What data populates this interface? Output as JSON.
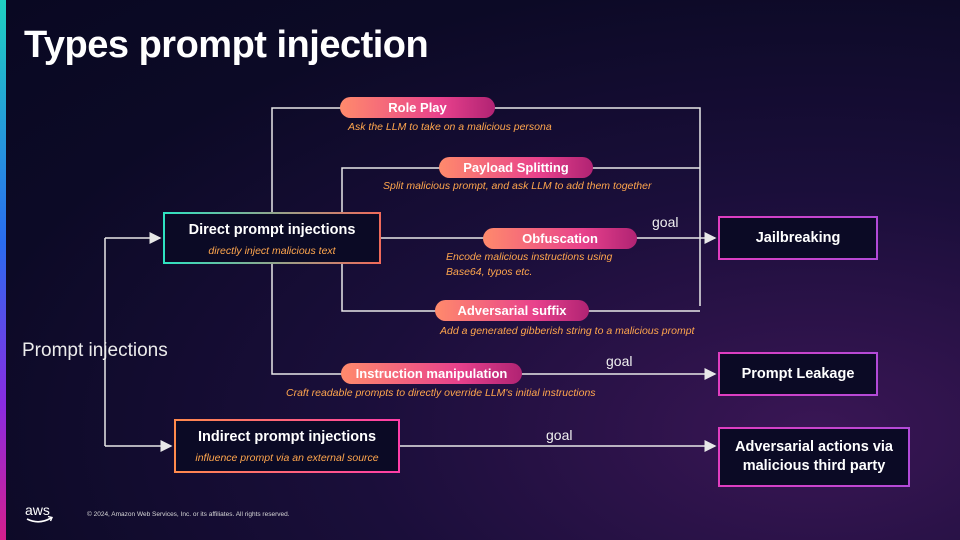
{
  "slide": {
    "title": "Types prompt injection",
    "root_label": "Prompt injections",
    "copyright": "© 2024, Amazon Web Services, Inc. or its affiliates. All rights reserved.",
    "brand": "aws"
  },
  "direct": {
    "label": "Direct prompt injections",
    "desc": "directly inject malicious text"
  },
  "indirect": {
    "label": "Indirect prompt injections",
    "desc": "influence prompt via an external source"
  },
  "techniques": {
    "role_play": {
      "label": "Role Play",
      "desc": "Ask the LLM to take on a malicious persona"
    },
    "payload_splitting": {
      "label": "Payload Splitting",
      "desc": "Split malicious prompt, and ask LLM to add them together"
    },
    "obfuscation": {
      "label": "Obfuscation",
      "desc_line1": "Encode malicious instructions using",
      "desc_line2": "Base64, typos etc."
    },
    "adversarial_suffix": {
      "label": "Adversarial suffix",
      "desc": "Add a generated gibberish string to a malicious prompt"
    },
    "instruction_manipulation": {
      "label": "Instruction manipulation",
      "desc": "Craft readable prompts to directly override LLM's initial instructions"
    }
  },
  "goals": {
    "label": "goal",
    "jailbreaking": "Jailbreaking",
    "prompt_leakage": "Prompt Leakage",
    "adversarial_actions": "Adversarial actions via malicious third party"
  },
  "colors": {
    "line": "#e8e8e8",
    "desc_text": "#ffa64d",
    "pill_gradient_start": "#ff8a6c",
    "pill_gradient_end": "#b02373",
    "target_border": "#e03dc0",
    "direct_border_start": "#2ee3c1"
  }
}
